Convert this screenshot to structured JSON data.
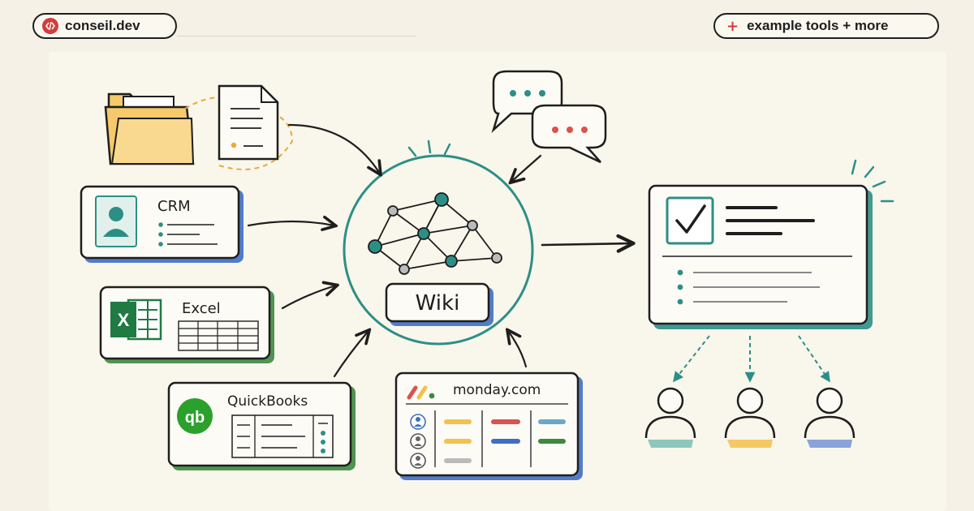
{
  "header": {
    "brand_label": "conseil.dev",
    "tools_label": "example tools + more"
  },
  "diagram": {
    "hub_label": "Wiki",
    "sources": [
      {
        "label": "CRM"
      },
      {
        "label": "Excel"
      },
      {
        "label": "QuickBooks"
      },
      {
        "label": "monday.com"
      }
    ],
    "colors": {
      "teal": "#2c8f86",
      "blue": "#3f6fc4",
      "green": "#3c8a3f",
      "excel_green": "#1f7a43",
      "quickbooks_green": "#2ca02c",
      "red": "#d9534f",
      "yellow": "#f2c14e",
      "folder": "#f6c96b"
    }
  }
}
